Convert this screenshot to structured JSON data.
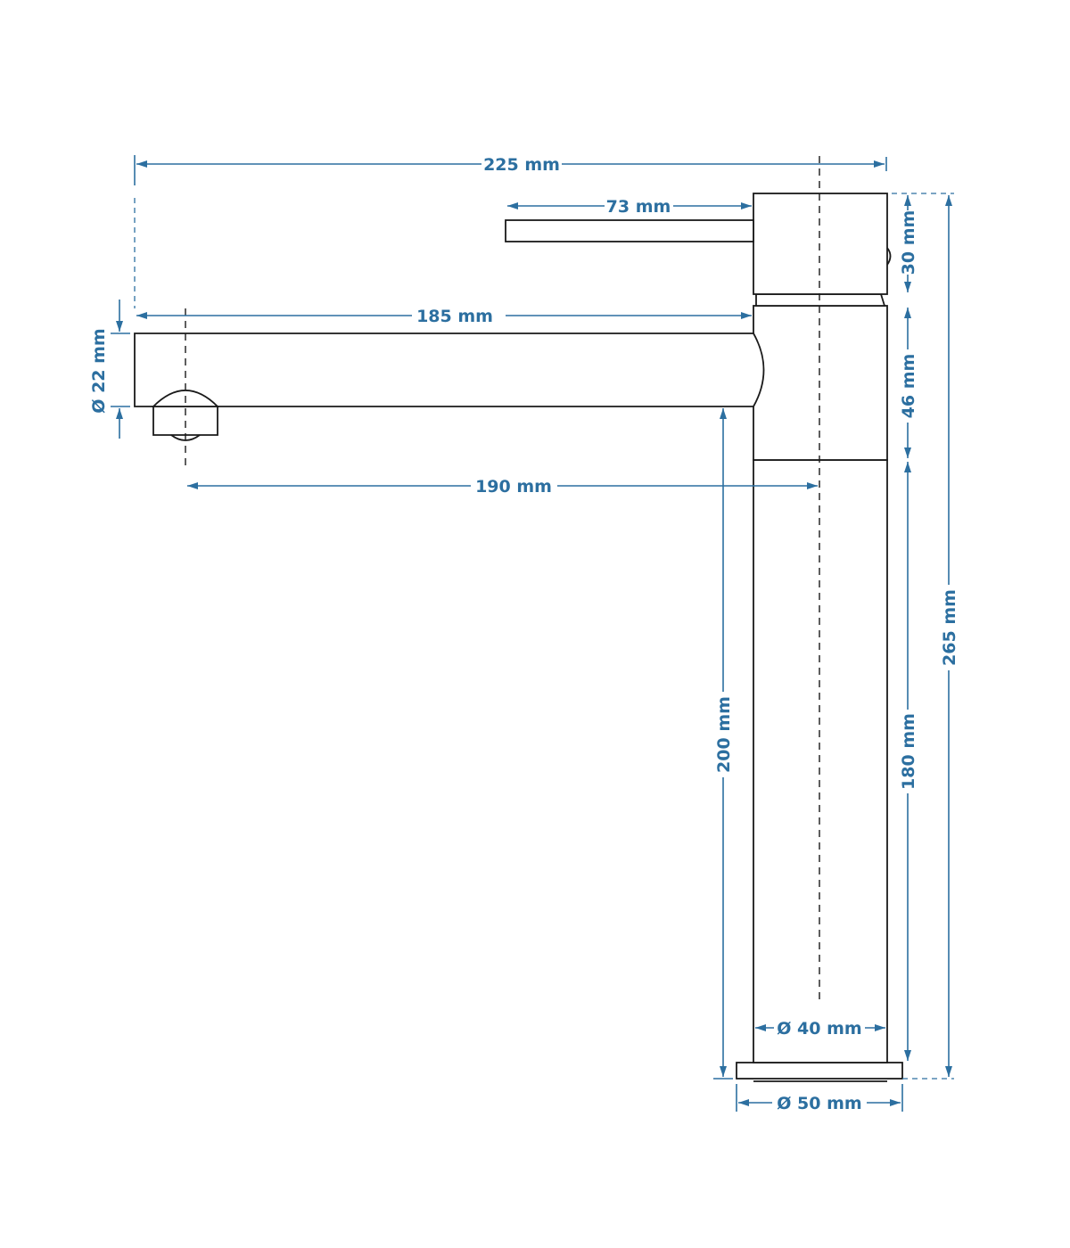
{
  "colors": {
    "dimension": "#2c6fa0",
    "outline": "#1a1a1a",
    "background": "#ffffff"
  },
  "dimensions": {
    "overall_width": "225 mm",
    "lever_length": "73 mm",
    "spout_reach": "185 mm",
    "spout_diameter": "Ø 22 mm",
    "spout_center_distance": "190 mm",
    "handle_height": "30 mm",
    "upper_body_height": "46 mm",
    "spout_clearance": "200 mm",
    "lower_body_height": "180 mm",
    "total_height": "265 mm",
    "body_diameter": "Ø 40 mm",
    "base_diameter": "Ø 50 mm"
  }
}
